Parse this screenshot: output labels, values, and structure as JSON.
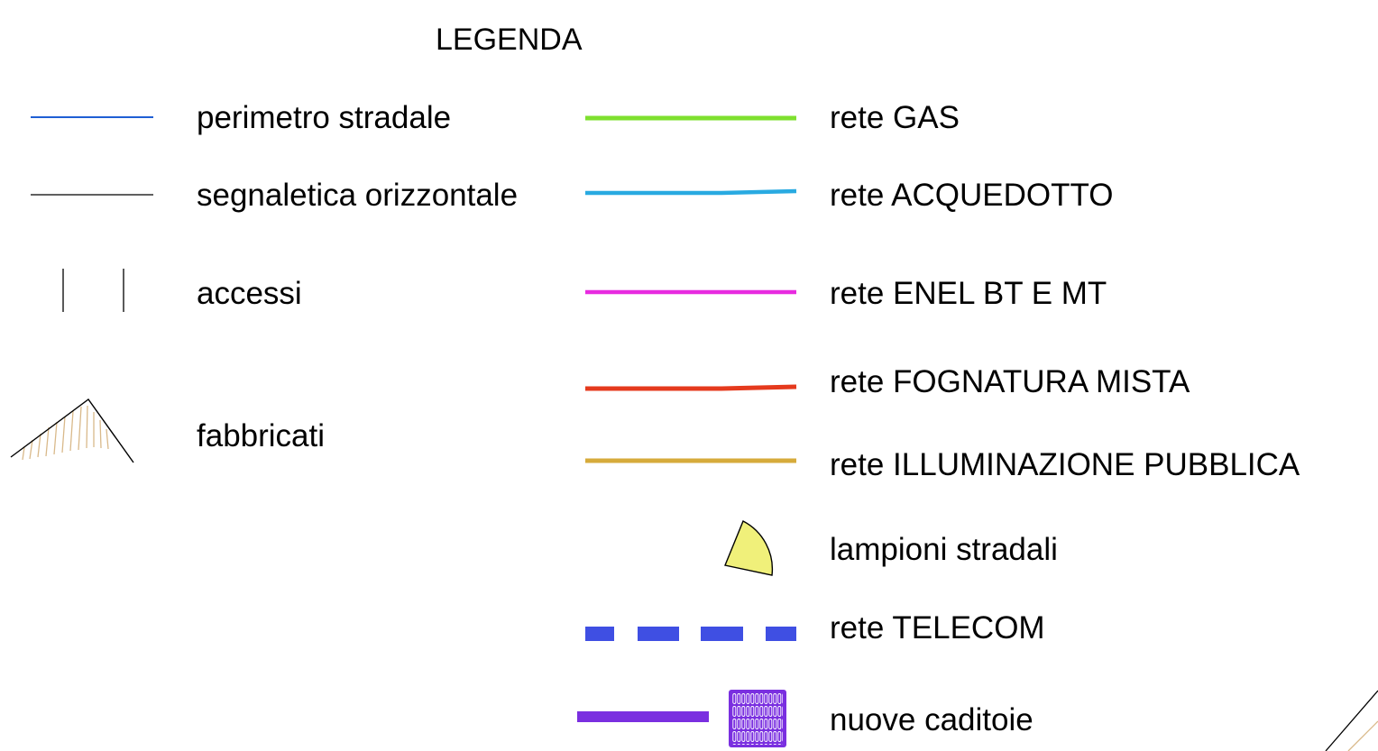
{
  "legend": {
    "title": "LEGENDA",
    "left_items": [
      {
        "id": "perimetro",
        "label": "perimetro stradale",
        "color": "#1f5fd4"
      },
      {
        "id": "segnaletica",
        "label": "segnaletica orizzontale",
        "color": "#000000"
      },
      {
        "id": "accessi",
        "label": "accessi",
        "color": "#000000"
      },
      {
        "id": "fabbricati",
        "label": "fabbricati",
        "color": "#000000",
        "hatch_color": "#d9b98a"
      }
    ],
    "right_items": [
      {
        "id": "gas",
        "label": "rete GAS",
        "color": "#7ee02f"
      },
      {
        "id": "acquedotto",
        "label": "rete ACQUEDOTTO",
        "color": "#29aae1"
      },
      {
        "id": "enel",
        "label": "rete ENEL BT E MT",
        "color": "#e82be0"
      },
      {
        "id": "fognatura",
        "label": "rete FOGNATURA MISTA",
        "color": "#e53a1d"
      },
      {
        "id": "illuminazione",
        "label": "rete ILLUMINAZIONE PUBBLICA",
        "color": "#d6ab3b"
      },
      {
        "id": "lampioni",
        "label": "lampioni stradali",
        "color": "#f0f07a"
      },
      {
        "id": "telecom",
        "label": "rete TELECOM",
        "color": "#3f4fe3"
      },
      {
        "id": "caditoie",
        "label": "nuove caditoie",
        "color": "#7a2fe0"
      }
    ]
  }
}
